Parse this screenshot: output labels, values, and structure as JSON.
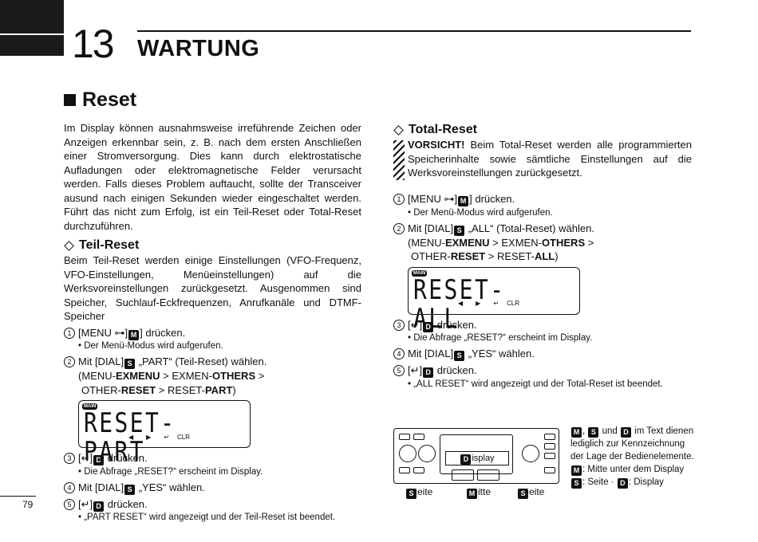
{
  "chapter": {
    "number": "13",
    "title": "WARTUNG"
  },
  "section": {
    "title": "Reset"
  },
  "intro": "Im Display können ausnahmsweise irreführende Zeichen oder Anzeigen erkennbar sein, z. B. nach dem ersten Anschließen einer Stromversorgung. Dies kann durch elektrostatische Aufladungen oder elektromagnetische Felder verursacht werden. Falls dieses Problem auftaucht, sollte der Transceiver ausund nach einigen Sekunden wieder eingeschaltet werden. Führt das nicht zum Erfolg, ist ein Teil-Reset oder Total-Reset durchzuführen.",
  "teil": {
    "heading": "Teil-Reset",
    "body": "Beim Teil-Reset werden einige Einstellungen (VFO-Frequenz, VFO-Einstellungen, Menüeinstellungen) auf die Werksvoreinstellungen zurückgesetzt. Ausgenommen sind Speicher, Suchlauf-Eckfrequenzen, Anrufkanäle und DTMF-Speicher",
    "s1": {
      "num": "1",
      "pre": "[MENU ",
      "post": "] drücken.",
      "bullet": "• Der Menü-Modus wird aufgerufen."
    },
    "s2": {
      "num": "2",
      "pre": "Mit [DIAL]",
      "post": " „PART“ (Teil-Reset) wählen.",
      "p1": "(MENU-",
      "p1b": "EXMENU",
      "p2": " > EXMEN-",
      "p2b": "OTHERS",
      "p3": " >",
      "p4": "OTHER-",
      "p4b": "RESET",
      "p5": " > RESET-",
      "p5b": "PART",
      "p6": ")"
    },
    "lcd": {
      "tag": "MAIN",
      "text": "RESET- PART",
      "clr": "CLR"
    },
    "s3": {
      "num": "3",
      "post": " drücken.",
      "bullet": "• Die Abfrage „RESET?“ erscheint im Display."
    },
    "s4": {
      "num": "4",
      "pre": "Mit [DIAL]",
      "post": " „YES“ wählen."
    },
    "s5": {
      "num": "5",
      "post": " drücken.",
      "bullet": "• „PART RESET“ wird angezeigt und der Teil-Reset ist beendet."
    }
  },
  "total": {
    "heading": "Total-Reset",
    "warn_b": "VORSICHT!",
    "warn": " Beim Total-Reset werden alle programmierten Speicherinhalte sowie sämtliche Einstellungen auf die Werksvoreinstellungen zurückgesetzt.",
    "s1": {
      "num": "1",
      "pre": "[MENU ",
      "post": "] drücken.",
      "bullet": "• Der Menü-Modus wird aufgerufen."
    },
    "s2": {
      "num": "2",
      "pre": "Mit [DIAL]",
      "post": " „ALL“ (Total-Reset) wählen.",
      "p1": "(MENU-",
      "p1b": "EXMENU",
      "p2": " > EXMEN-",
      "p2b": "OTHERS",
      "p3": " >",
      "p4": "OTHER-",
      "p4b": "RESET",
      "p5": " > RESET-",
      "p5b": "ALL",
      "p6": ")"
    },
    "lcd": {
      "tag": "MAIN",
      "text": "RESET- ALL",
      "clr": "CLR"
    },
    "s3": {
      "num": "3",
      "post": " drücken.",
      "bullet": "• Die Abfrage „RESET?“ erscheint im Display."
    },
    "s4": {
      "num": "4",
      "pre": "Mit [DIAL]",
      "post": " „YES“ wählen."
    },
    "s5": {
      "num": "5",
      "post": " drücken.",
      "bullet": "• „ALL RESET“ wird angezeigt und der Total-Reset ist beendet."
    }
  },
  "keys": {
    "m": "M",
    "s": "S",
    "d": "D"
  },
  "radio": {
    "display": "isplay",
    "l1": "eite",
    "l2": "itte",
    "l3": "eite"
  },
  "legend": {
    "l1a": ", ",
    "l1b": " und ",
    "l1c": " im Text dienen lediglich zur Kennzeichnung der Lage der Bedienelemente.",
    "l2": ": Mitte unter dem Display",
    "l3a": ": Seite · ",
    "l3b": ": Display"
  },
  "page_number": "79"
}
